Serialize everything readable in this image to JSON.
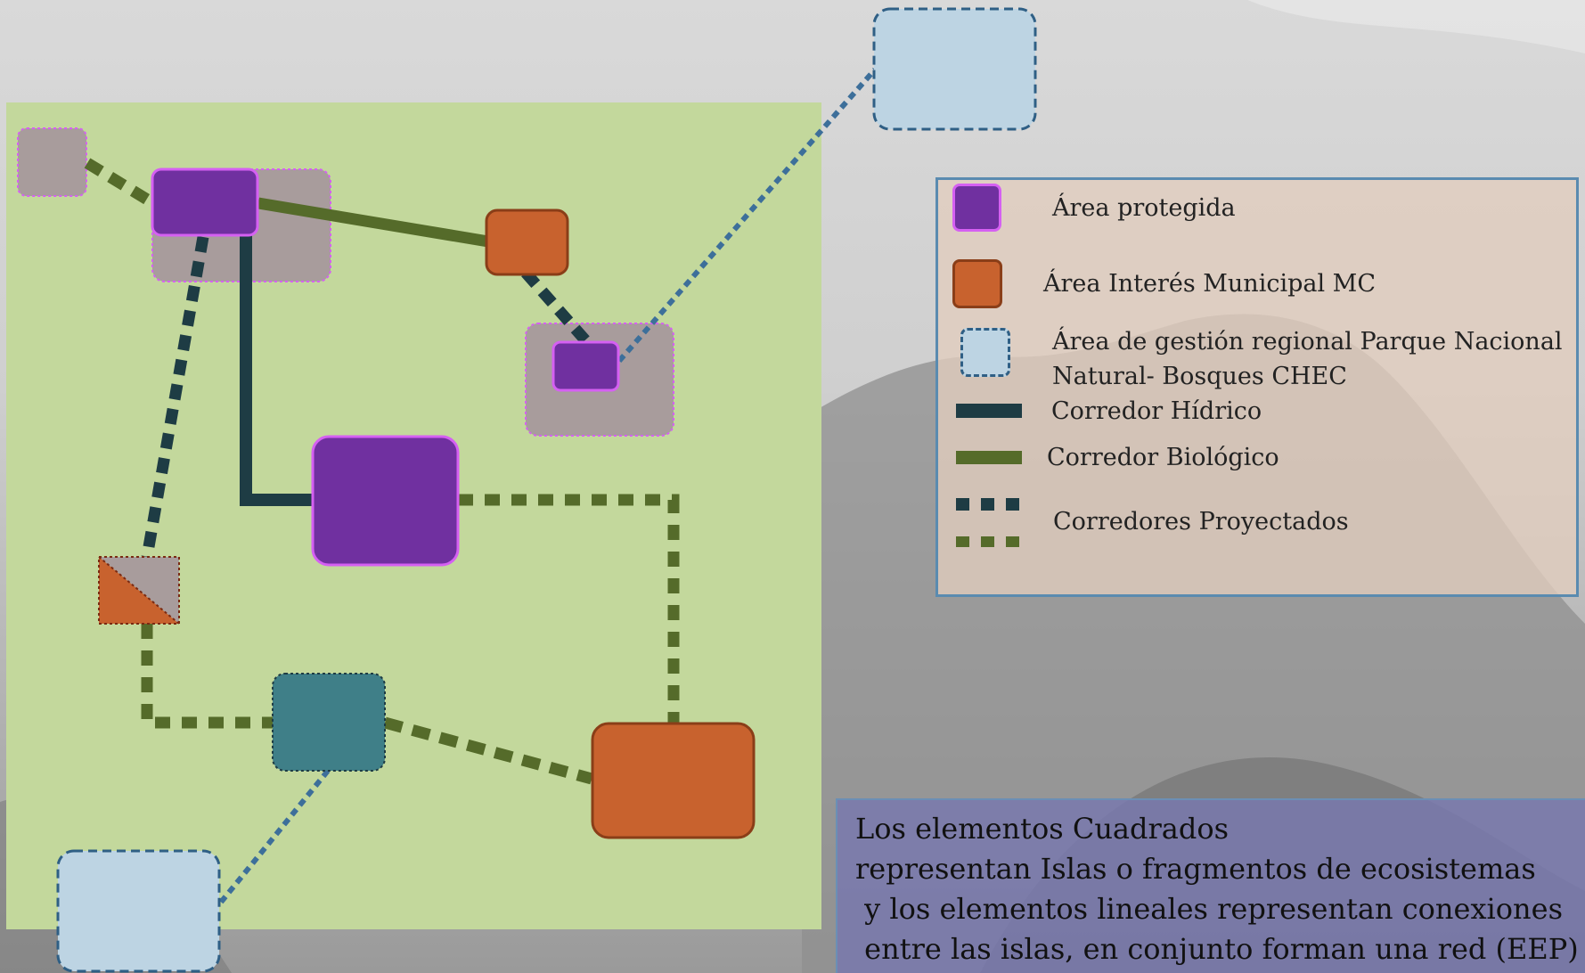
{
  "legend": {
    "items": [
      {
        "label": "Área protegida",
        "icon": "protected-area-swatch",
        "color": "#7030a0"
      },
      {
        "label": "Área Interés Municipal MC",
        "icon": "municipal-interest-swatch",
        "color": "#c8622e"
      },
      {
        "label": "Área de gestión regional Parque Nacional\nNatural- Bosques CHEC",
        "icon": "regional-management-swatch",
        "color": "#bdd4e3"
      },
      {
        "label": "Corredor Hídrico",
        "icon": "water-corridor-swatch",
        "color": "#1e3c44"
      },
      {
        "label": "Corredor Biológico",
        "icon": "biological-corridor-swatch",
        "color": "#556b2a"
      },
      {
        "label": "Corredores Proyectados",
        "icon": "projected-corridors-swatch",
        "color": "#1e3c44"
      }
    ]
  },
  "caption": {
    "text": "Los elementos Cuadrados\nrepresentan Islas o fragmentos de ecosistemas\n y los elementos lineales representan conexiones\n entre las islas, en conjunto forman una red (EEP)"
  },
  "colors": {
    "protected": "#7030a0",
    "protected_border": "#d560f2",
    "municipal": "#c8622e",
    "regional": "#bdd4e3",
    "regional_border": "#2f5f85",
    "fragment": "#a89c9c",
    "teal": "#3f7f88",
    "water": "#1e3c44",
    "bio": "#556b2a",
    "panel": "#c3d89c"
  }
}
